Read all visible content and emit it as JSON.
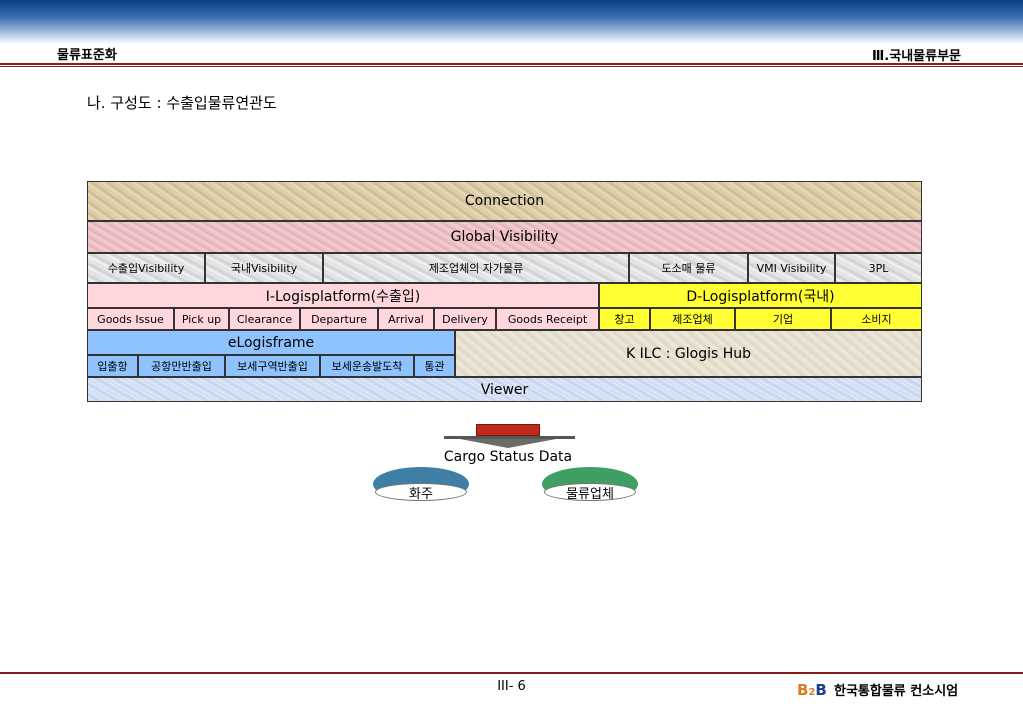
{
  "header": {
    "left": "물류표준화",
    "right": "Ⅲ.국내물류부문"
  },
  "subtitle": "나. 구성도 : 수출입물류연관도",
  "diagram": {
    "connection": "Connection",
    "global_visibility": "Global Visibility",
    "visibility_row": [
      "수출입Visibility",
      "국내Visibility",
      "제조업체의 자가물류",
      "도소매 물류",
      "VMI Visibility",
      "3PL"
    ],
    "i_platform": {
      "title": "I-Logisplatform(수출입)",
      "items": [
        "Goods Issue",
        "Pick up",
        "Clearance",
        "Departure",
        "Arrival",
        "Delivery",
        "Goods Receipt"
      ]
    },
    "d_platform": {
      "title": "D-Logisplatform(국내)",
      "items": [
        "창고",
        "제조업체",
        "기업",
        "소비지"
      ]
    },
    "elogisframe": {
      "title": "eLogisframe",
      "items": [
        "입출항",
        "공항만반출입",
        "보세구역반출입",
        "보세운송발도착",
        "통관"
      ]
    },
    "kilc": "K ILC : Glogis Hub",
    "viewer": "Viewer"
  },
  "cargo_label": "Cargo Status Data",
  "endpoints": [
    "화주",
    "물류업체"
  ],
  "colors": {
    "endpoint_left_cap": "#3f7fa6",
    "endpoint_right_cap": "#3f9e62",
    "accent_red": "#8b1a1a"
  },
  "footer": {
    "page": "III- 6",
    "logo": "B2B",
    "logo_a": "B",
    "logo_b": "2",
    "logo_c": "B",
    "brand": "한국통합물류 컨소시엄"
  }
}
